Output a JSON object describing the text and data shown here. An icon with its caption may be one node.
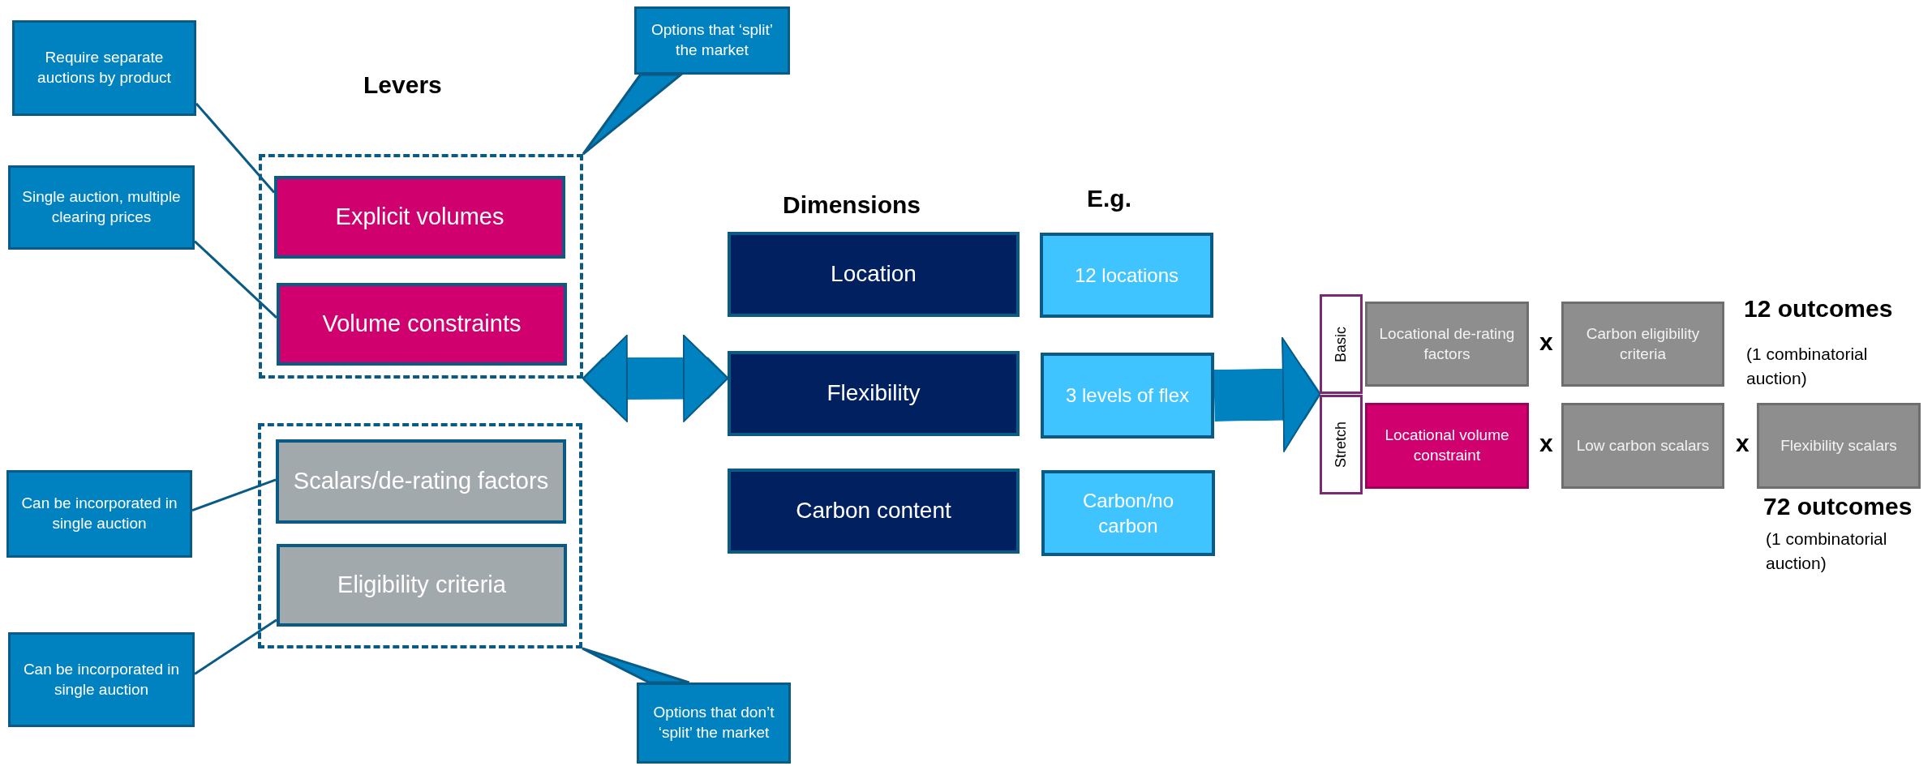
{
  "diagram": {
    "nodes": [
      {
        "text": [
          "Require separate auctions by product"
        ]
      },
      {
        "text": [
          "Single auction, multiple clearing prices"
        ]
      },
      {
        "text": [
          "Can be incorporated in single auction"
        ]
      },
      {
        "text": [
          "Can be incorporated in single auction"
        ]
      },
      {
        "text": [
          "Options that ‘split’ the market"
        ]
      },
      {
        "text": [
          "Options that don’t ‘split’ the market"
        ]
      },
      {
        "text": [],
        "shape": "box"
      },
      {
        "text": [
          "Explicit volumes"
        ],
        "in": 6
      },
      {
        "text": [
          "Volume constraints"
        ],
        "in": 6
      },
      {
        "text": [],
        "shape": "box"
      },
      {
        "text": [
          "Scalars/de-rating factors"
        ],
        "in": 9
      },
      {
        "text": [
          "Eligibility criteria"
        ],
        "in": 9
      },
      {
        "text": [
          "Location"
        ]
      },
      {
        "text": [
          "Flexibility"
        ]
      },
      {
        "text": [
          "Carbon content"
        ]
      },
      {
        "text": [
          "12 locations"
        ]
      },
      {
        "text": [
          "3 levels of flex"
        ]
      },
      {
        "text": [
          "Carbon/no carbon"
        ]
      },
      {
        "text": [
          "Basic"
        ]
      },
      {
        "text": [
          "Locational de-rating factors"
        ]
      },
      {
        "text": [
          "Carbon eligibility criteria"
        ]
      },
      {
        "text": [
          "Stretch"
        ]
      },
      {
        "text": [
          "Locational volume constraint"
        ]
      },
      {
        "text": [
          "Low carbon scalars"
        ]
      },
      {
        "text": [
          "Flexibility scalars"
        ]
      }
    ],
    "edges": [
      {
        "from": 0,
        "to": 7,
        "arrow": "none"
      },
      {
        "from": 1,
        "to": 8,
        "arrow": "none"
      },
      {
        "from": 2,
        "to": 10,
        "arrow": "none"
      },
      {
        "from": 3,
        "to": 11,
        "arrow": "none"
      },
      {
        "from": 4,
        "to": 6,
        "arrow": "none"
      },
      {
        "from": 5,
        "to": 9,
        "arrow": "none"
      },
      {
        "from": 6,
        "to": 13,
        "arrow": "both",
        "style": "thick"
      },
      {
        "from": 16,
        "to": 18,
        "arrow": "to",
        "style": "thick"
      }
    ],
    "labels": [
      "Levers",
      "Dimensions",
      "E.g.",
      "x",
      "12 outcomes",
      "(1 combinatorial auction)",
      "x",
      "x",
      "72 outcomes",
      "(1 combinatorial auction)"
    ]
  }
}
